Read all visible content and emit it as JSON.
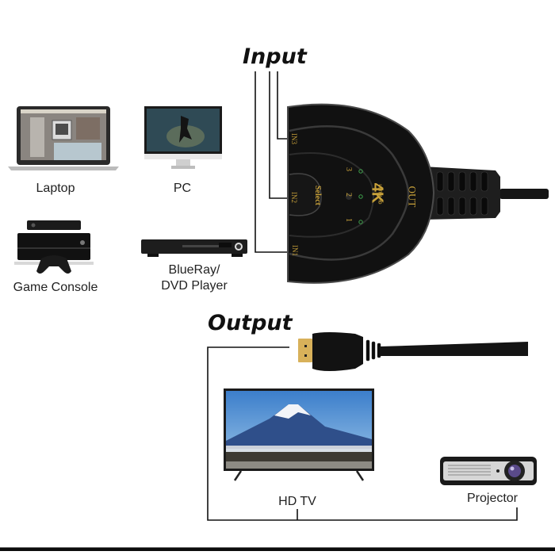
{
  "diagram": {
    "input_heading": "Input",
    "output_heading": "Output",
    "sources": [
      {
        "name": "laptop",
        "label": "Laptop"
      },
      {
        "name": "pc",
        "label": "PC"
      },
      {
        "name": "game-console",
        "label": "Game Console"
      },
      {
        "name": "blueray-dvd-player",
        "label_line1": "BlueRay/",
        "label_line2": "DVD Player"
      }
    ],
    "switch": {
      "ports": [
        "IN1",
        "IN2",
        "IN3"
      ],
      "select_label": "Select",
      "indicator_numbers": [
        "1",
        "2",
        "3"
      ],
      "badge_main": "4K",
      "badge_sub": "ULTRA HD",
      "out_label": "OUT",
      "text_color": "#c9a23a",
      "led_color": "#3fa34d"
    },
    "outputs": [
      {
        "name": "hd-tv",
        "label": "HD TV"
      },
      {
        "name": "projector",
        "label": "Projector"
      }
    ]
  }
}
